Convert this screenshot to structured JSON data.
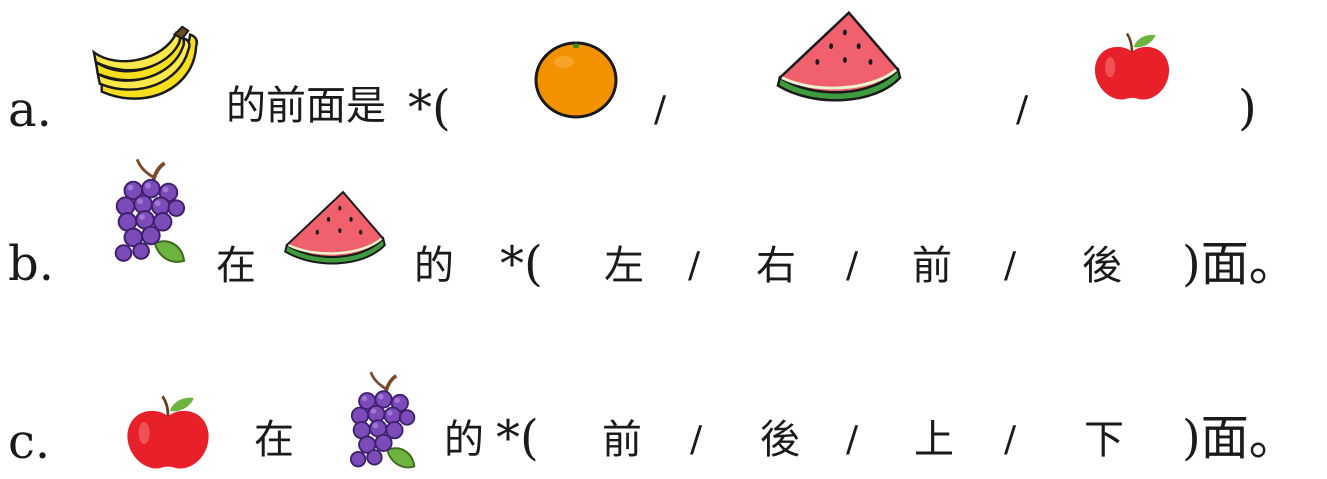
{
  "worksheet": {
    "questions": [
      {
        "label": "a.",
        "subject_icon": "banana-icon",
        "stem": "的前面是",
        "open": "*(",
        "options": [
          "orange-icon",
          "watermelon-icon",
          "apple-icon"
        ],
        "separators": [
          "/",
          "/"
        ],
        "close": ")"
      },
      {
        "label": "b.",
        "subject_icon": "grapes-icon",
        "relation": "在",
        "object_icon": "watermelon-icon",
        "stem": "的",
        "open": "*(",
        "options": [
          "左",
          "右",
          "前",
          "後"
        ],
        "separators": [
          "/",
          "/",
          "/"
        ],
        "close": ")面。"
      },
      {
        "label": "c.",
        "subject_icon": "apple-icon",
        "relation": "在",
        "object_icon": "grapes-icon",
        "stem": "的",
        "open": "*(",
        "options": [
          "前",
          "後",
          "上",
          "下"
        ],
        "separators": [
          "/",
          "/",
          "/"
        ],
        "close": ")面。"
      }
    ],
    "colors": {
      "banana": "#f7df1e",
      "orange": "#f39200",
      "watermelon_flesh": "#f0616d",
      "watermelon_rind": "#3e9b3e",
      "apple": "#e8202a",
      "grapes": "#7b4bb8",
      "leaf": "#6db33f",
      "outline": "#1a1a1a"
    }
  }
}
